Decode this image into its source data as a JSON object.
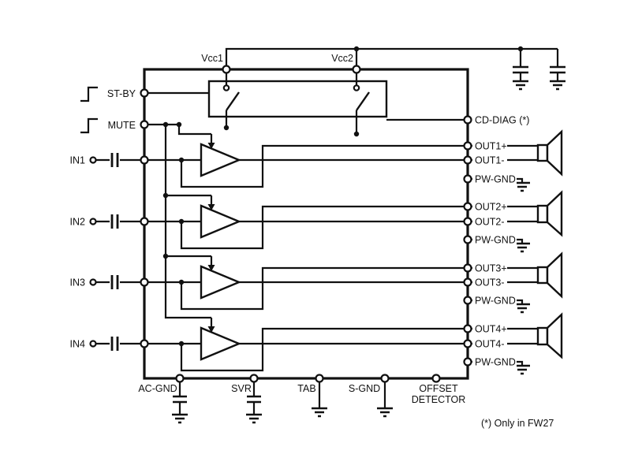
{
  "labels": {
    "vcc1": "Vcc1",
    "vcc2": "Vcc2",
    "stby": "ST-BY",
    "mute": "MUTE",
    "inputs": [
      "IN1",
      "IN2",
      "IN3",
      "IN4"
    ],
    "right": [
      "CD-DIAG (*)",
      "OUT1+",
      "OUT1-",
      "PW-GND",
      "OUT2+",
      "OUT2-",
      "PW-GND",
      "OUT3+",
      "OUT3-",
      "PW-GND",
      "OUT4+",
      "OUT4-",
      "PW-GND"
    ],
    "bottom": [
      "AC-GND",
      "SVR",
      "TAB",
      "S-GND"
    ],
    "offset_detector": [
      "OFFSET",
      "DETECTOR"
    ],
    "note": "(*) Only in FW27"
  },
  "symbols": {
    "amplifier": "opamp-triangle-icon",
    "speaker": "speaker-icon",
    "ground": "ground-icon",
    "capacitor": "capacitor-icon",
    "switch": "spst-switch-icon",
    "signal_step": "step-signal-icon",
    "mute_feed": "mute-arrow-icon"
  },
  "colors": {
    "line": "#111111",
    "background": "#ffffff"
  }
}
